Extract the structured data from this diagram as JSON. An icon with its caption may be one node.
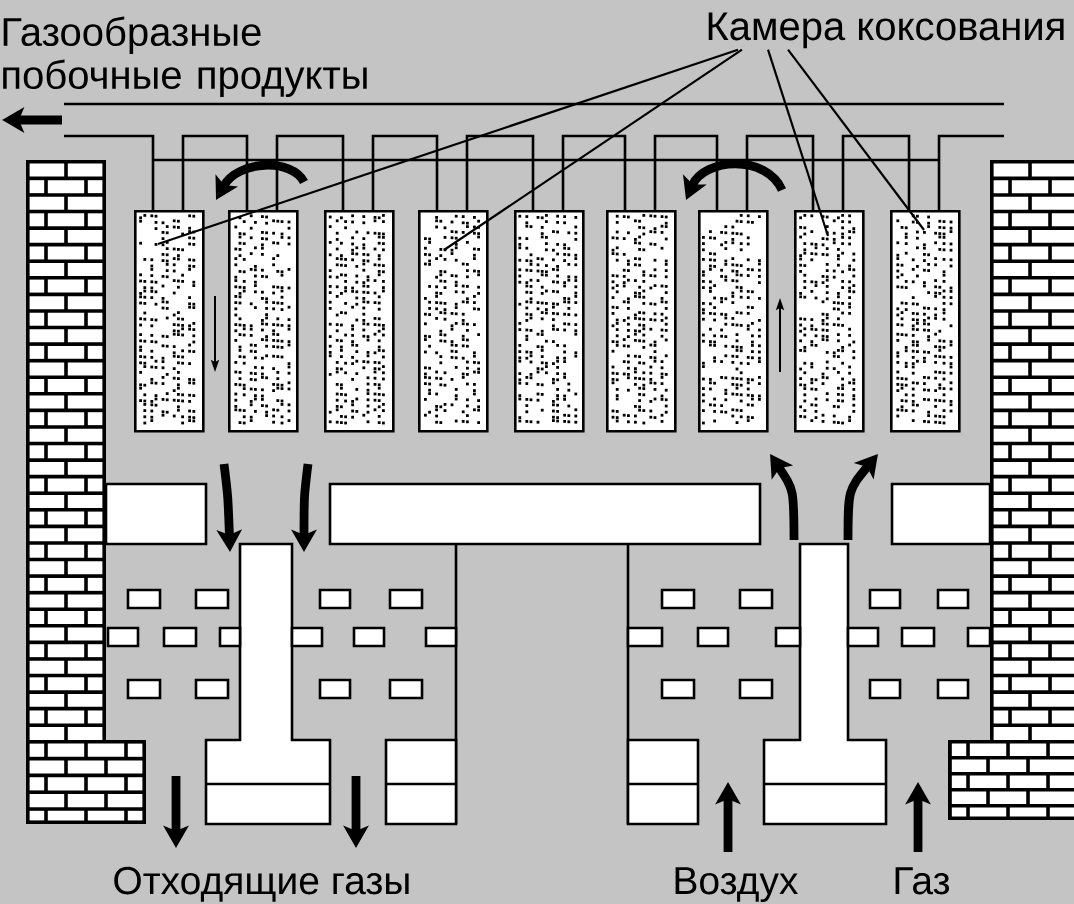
{
  "diagram": {
    "nodes": [
      {
        "text": [
          "Камера коксования"
        ]
      },
      {
        "text": [],
        "shape": "box"
      },
      {
        "text": [],
        "shape": "box"
      },
      {
        "text": [],
        "shape": "box"
      },
      {
        "text": [],
        "shape": "box"
      },
      {
        "text": [],
        "shape": "box"
      },
      {
        "text": [],
        "shape": "box"
      },
      {
        "text": [],
        "shape": "box"
      },
      {
        "text": [],
        "shape": "box"
      },
      {
        "text": [],
        "shape": "box"
      },
      {
        "text": [],
        "shape": "pipe"
      }
    ],
    "edges": [
      {
        "from": 0,
        "to": 1,
        "arrow": "none"
      },
      {
        "from": 0,
        "to": 4,
        "arrow": "none"
      },
      {
        "from": 0,
        "to": 8,
        "arrow": "none"
      },
      {
        "from": 0,
        "to": 9,
        "arrow": "none"
      }
    ],
    "labels": [
      "Газообразные побочные продукты",
      "Отходящие газы",
      "Воздух",
      "Газ"
    ]
  }
}
